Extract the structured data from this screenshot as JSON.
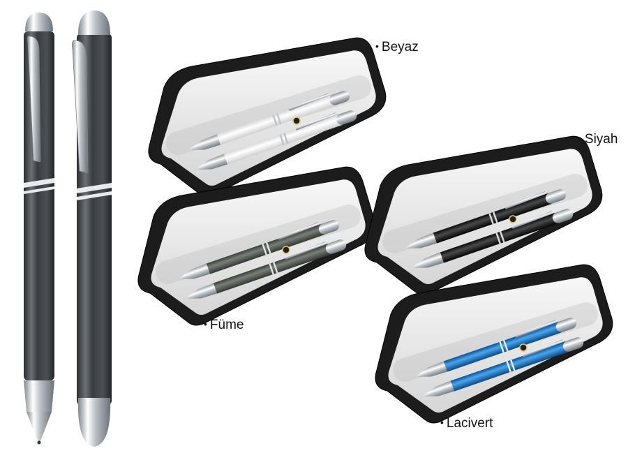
{
  "colors": {
    "beyaz": "#f2f2f2",
    "fume": "#555a55",
    "siyah": "#151515",
    "lacivert": "#1e78c8",
    "chrome": "#c8cdd2",
    "case": "#1a1a1a",
    "case_insert": "#e9e9e9"
  },
  "labels": {
    "beyaz": "Beyaz",
    "siyah": "Siyah",
    "fume": "Füme",
    "lacivert": "Lacivert",
    "bullet": "•"
  }
}
